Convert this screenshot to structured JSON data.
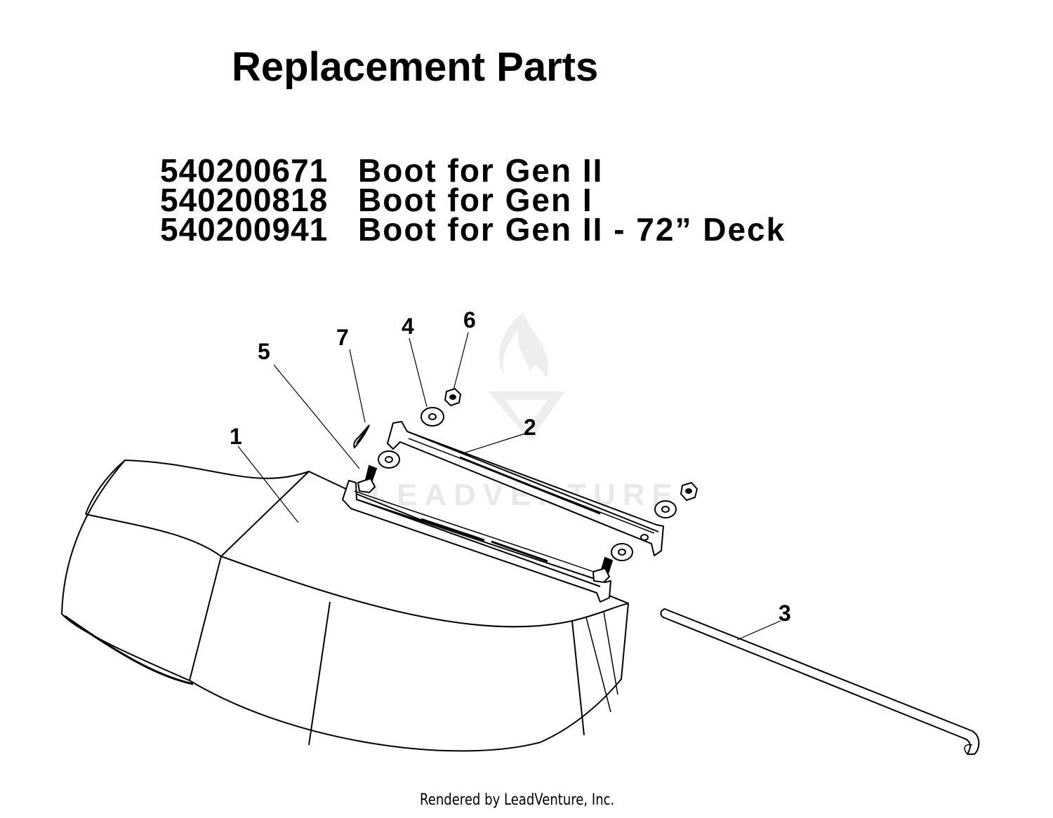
{
  "title": "Replacement Parts",
  "parts": [
    {
      "number": "540200671",
      "description": "Boot for Gen II"
    },
    {
      "number": "540200818",
      "description": "Boot for Gen I"
    },
    {
      "number": "540200941",
      "description": "Boot for Gen II - 72” Deck"
    }
  ],
  "callouts": {
    "c1": "1",
    "c2": "2",
    "c3": "3",
    "c4": "4",
    "c5": "5",
    "c6": "6",
    "c7": "7"
  },
  "watermark": {
    "logo_text": "LEADVENTURE",
    "icon": "flame-v-logo-icon"
  },
  "footer": "Rendered by LeadVenture, Inc."
}
